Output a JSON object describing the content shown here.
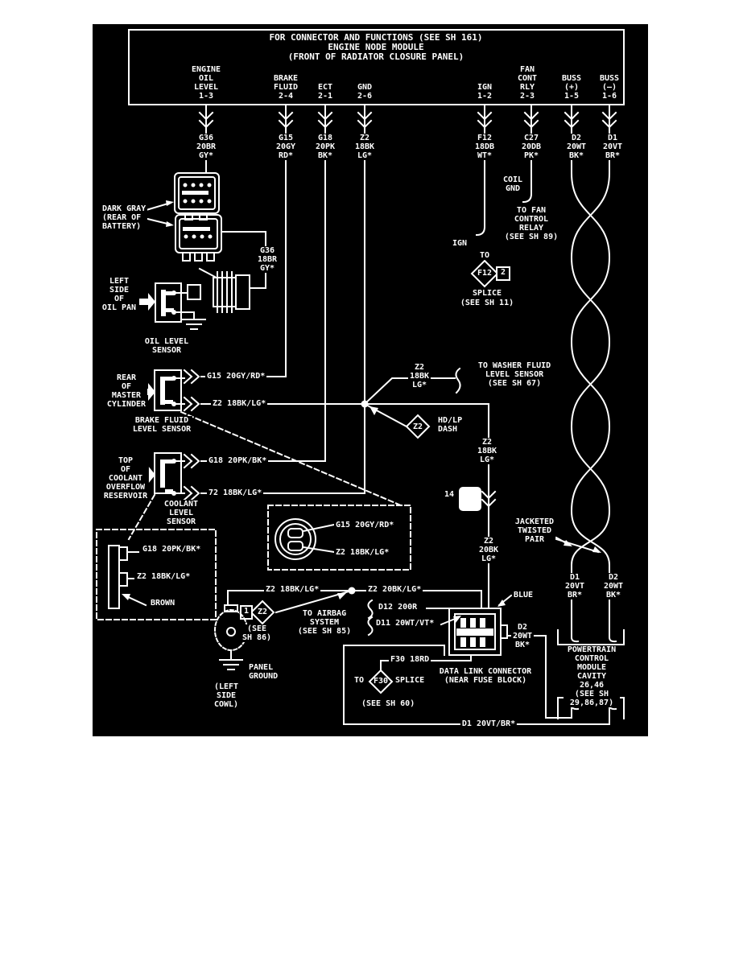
{
  "colors": {
    "background": "#000000",
    "line": "#ffffff",
    "page": "#ffffff"
  },
  "module": {
    "header": "FOR CONNECTOR AND FUNCTIONS (SEE SH 161)",
    "name": "ENGINE NODE MODULE",
    "location": "(FRONT OF RADIATOR CLOSURE PANEL)",
    "pins": {
      "oil": "ENGINE\nOIL\nLEVEL\n1-3",
      "brake": "BRAKE\nFLUID\n2-4",
      "ect": "ECT\n2-1",
      "gnd": "GND\n2-6",
      "ign": "IGN\n1-2",
      "fan": "FAN\nCONT\nRLY\n2-3",
      "buss_plus": "BUSS\n(+)\n1-5",
      "buss_minus": "BUSS\n(—)\n1-6"
    }
  },
  "wires": {
    "g36": "G36\n20BR\nGY*",
    "g15": "G15\n20GY\nRD*",
    "g18": "G18\n20PK\nBK*",
    "z2": "Z2\n18BK\nLG*",
    "f12": "F12\n18DB\nWT*",
    "c27": "C27\n20DB\nPK*",
    "d2": "D2\n20WT\nBK*",
    "d1": "D1\n20VT\nBR*"
  },
  "left": {
    "dark_gray": "DARK GRAY\n(REAR OF\nBATTERY)",
    "g36_lower": "G36\n18BR\nGY*",
    "oil_pan": "LEFT\nSIDE\nOF\nOIL PAN",
    "oil_sensor": "OIL LEVEL\nSENSOR",
    "master_cyl": "REAR\nOF\nMASTER\nCYLINDER",
    "brake_sensor": "BRAKE FLUID\nLEVEL SENSOR",
    "coolant_res": "TOP\nOF\nCOOLANT\nOVERFLOW\nRESERVOIR",
    "coolant_sensor": "COOLANT\nLEVEL\nSENSOR"
  },
  "mid": {
    "g15": "G15 20GY/RD*",
    "z2_brake": "Z2 18BK/LG*",
    "g18": "G18 20PK/BK*",
    "z2_coolant": "72 18BK/LG*",
    "washer": "TO WASHER FLUID\nLEVEL SENSOR\n(SEE SH 67)",
    "z2_a": "Z2\n18BK\nLG*",
    "hdlp_tag": "Z2",
    "hdlp": "HD/LP\nDASH",
    "z2_b": "Z2\n18BK\nLG*",
    "conn14": "14",
    "z2_c": "Z2\n20BK\nLG*"
  },
  "ign": {
    "label": "IGN",
    "to": "TO",
    "diamond": "F12",
    "suffix": "2",
    "splice": "SPLICE",
    "see": "(SEE SH 11)"
  },
  "fan": {
    "coil_gnd": "COIL\nGND",
    "to_relay": "TO FAN\nCONTROL\nRELAY\n(SEE SH 89)"
  },
  "boxes": {
    "brown_g18": "G18 20PK/BK*",
    "brown_z2": "Z2 18BK/LG*",
    "brown": "BROWN",
    "round_g15": "G15 20GY/RD*",
    "round_z2": "Z2 18BK/LG*"
  },
  "bottom": {
    "z2_left": "Z2 18BK/LG*",
    "z2_right": "Z2 20BK/LG*",
    "airbag_prefix": "1",
    "airbag_diamond": "Z2",
    "airbag_see": "(SEE\nSH 86)",
    "airbag": "TO AIRBAG\nSYSTEM\n(SEE SH 85)",
    "panel_ground": "PANEL\nGROUND",
    "cowl": "(LEFT\nSIDE\nCOWL)",
    "d12": "D12 200R",
    "d11": "D11 20WT/VT*",
    "blue": "BLUE",
    "dlc": "DATA LINK CONNECTOR\n(NEAR FUSE BLOCK)",
    "d2": "D2\n20WT\nBK*",
    "f30_wire": "F30 18RD",
    "f30_to": "TO",
    "f30_diamond": "F30",
    "f30_splice": "SPLICE",
    "f30_see": "(SEE SH 60)",
    "d1": "D1 20VT/BR*"
  },
  "right": {
    "jacketed": "JACKETED\nTWISTED\nPAIR",
    "d1": "D1\n20VT\nBR*",
    "d2": "D2\n20WT\nBK*",
    "pcm": "POWERTRAIN\nCONTROL\nMODULE\nCAVITY 26,46\n(SEE SH 29,86,87)"
  }
}
